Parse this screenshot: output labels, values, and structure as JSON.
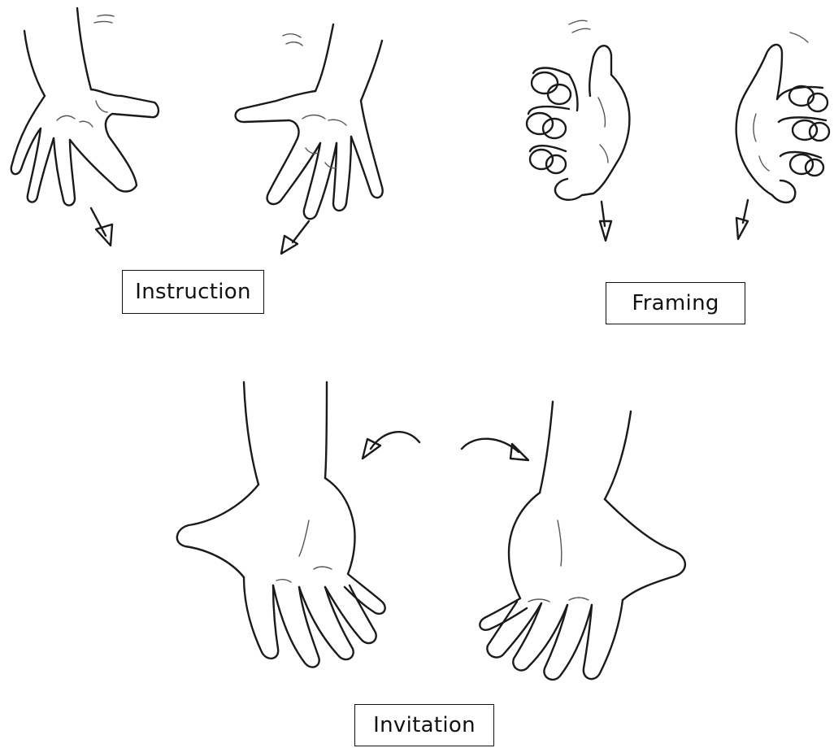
{
  "labels": {
    "instruction": "Instruction",
    "framing": "Framing",
    "invitation": "Invitation"
  },
  "figures": [
    {
      "name": "instruction-gesture",
      "hands": 2,
      "pose": "palms down, fingers spread",
      "motion": "downward arrows"
    },
    {
      "name": "framing-gesture",
      "hands": 2,
      "pose": "cupped hands facing each other",
      "motion": "downward arrows"
    },
    {
      "name": "invitation-gesture",
      "hands": 2,
      "pose": "palms up, open",
      "motion": "outward curved arrows"
    }
  ],
  "colors": {
    "ink": "#1a1a1a",
    "background": "#ffffff"
  }
}
